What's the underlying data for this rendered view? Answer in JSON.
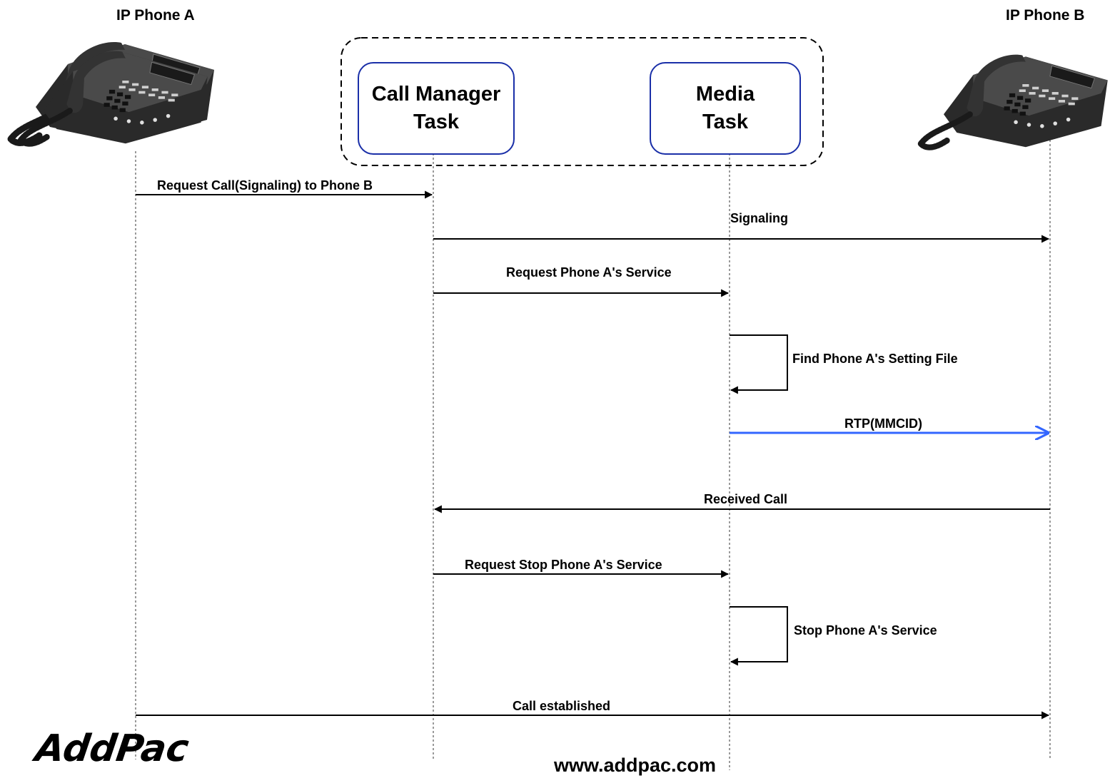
{
  "participants": {
    "phone_a": "IP Phone A",
    "phone_b": "IP Phone B",
    "call_manager": {
      "line1": "Call Manager",
      "line2": "Task"
    },
    "media": {
      "line1": "Media",
      "line2": "Task"
    }
  },
  "messages": {
    "m1": "Request Call(Signaling) to Phone B",
    "m2": "Signaling",
    "m3": "Request Phone A's Service",
    "m4": "Find Phone A's Setting File",
    "m5": "RTP(MMCID)",
    "m6": "Received Call",
    "m7": "Request Stop Phone A's Service",
    "m8": "Stop Phone A's Service",
    "m9": "Call established"
  },
  "footer": {
    "logo": "AddPac",
    "website": "www.addpac.com"
  },
  "colors": {
    "task_border": "#1a2fa8",
    "rtp_arrow": "#3366ff",
    "lifeline": "#9a9a9a"
  },
  "icons": {
    "phone": "ip-phone-icon"
  }
}
